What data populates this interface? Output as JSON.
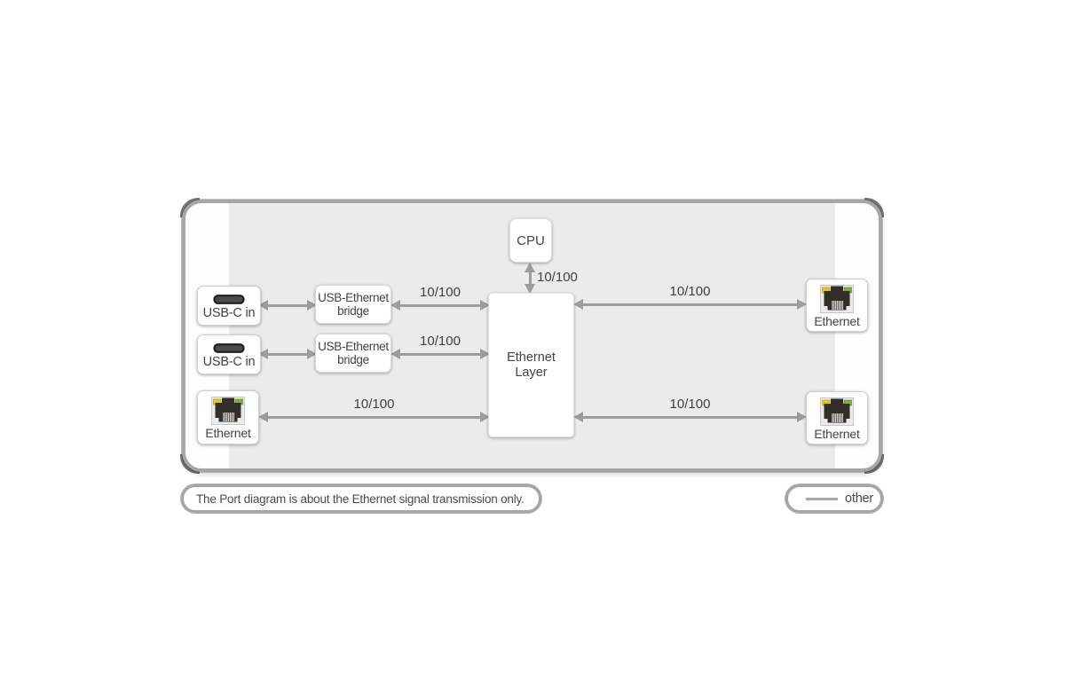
{
  "device": {
    "nodes": {
      "cpu": {
        "label": "CPU"
      },
      "ethernet_layer": {
        "label": "Ethernet\nLayer"
      },
      "usb_c_in_1": {
        "label": "USB-C in",
        "icon": "usb-c-port-icon"
      },
      "usb_c_in_2": {
        "label": "USB-C in",
        "icon": "usb-c-port-icon"
      },
      "usb_ethernet_bridge_1": {
        "label": "USB-Ethernet\nbridge"
      },
      "usb_ethernet_bridge_2": {
        "label": "USB-Ethernet\nbridge"
      },
      "ethernet_left": {
        "label": "Ethernet",
        "icon": "rj45-port-icon"
      },
      "ethernet_right_top": {
        "label": "Ethernet",
        "icon": "rj45-port-icon"
      },
      "ethernet_right_bottom": {
        "label": "Ethernet",
        "icon": "rj45-port-icon"
      }
    },
    "edges": {
      "usbc1_bridge1": {
        "label": ""
      },
      "usbc2_bridge2": {
        "label": ""
      },
      "bridge1_layer": {
        "label": "10/100"
      },
      "bridge2_layer": {
        "label": "10/100"
      },
      "ethernet_left_layer": {
        "label": "10/100"
      },
      "layer_ethernet_right_top": {
        "label": "10/100"
      },
      "layer_ethernet_right_bottom": {
        "label": "10/100"
      },
      "cpu_layer": {
        "label": "10/100"
      }
    }
  },
  "note": {
    "text": "The Port diagram is about the Ethernet signal transmission only."
  },
  "legend": {
    "items": [
      {
        "label": "other",
        "symbol": "line"
      }
    ]
  },
  "colors": {
    "interior_gray": "#ebebeb",
    "outline_gray": "#a6a6a6",
    "arrow_gray": "#9c9c9c",
    "text": "#3f3f3f",
    "led_yellow": "#e8c51a",
    "led_green": "#79b432"
  }
}
